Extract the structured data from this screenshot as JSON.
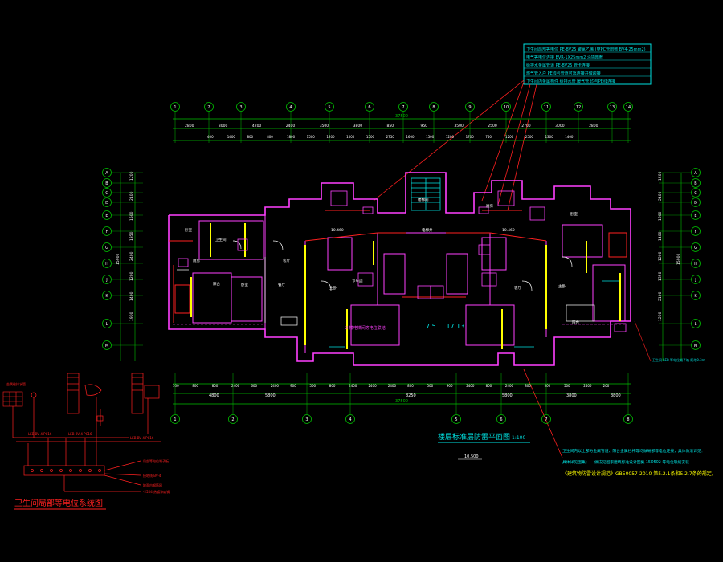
{
  "legend_box": {
    "lines": [
      "卫生间局部等电位 PE-BV25 聚氯乙烯 (穿PC管暗敷 BV4-25mm2)",
      "电气等电位连接 BVR-1X25mm2 沿墙暗敷",
      "给排水金属管道 PE-BV25 管卡连接",
      "燃气管入户 PE线与管道可靠连接并做跨接",
      "卫生间内金属构件 给排水管 暖气管 均与PE线连接"
    ]
  },
  "top_overall_dim": "37500",
  "top_axes": [
    "1",
    "2",
    "3",
    "4",
    "5",
    "6",
    "7",
    "8",
    "9",
    "10",
    "11",
    "12",
    "13",
    "14"
  ],
  "top_dims_row1": [
    "2800",
    "3000",
    "4200",
    "2400",
    "3500",
    "3800",
    "850",
    "950",
    "3500",
    "2500",
    "2700",
    "3000",
    "2800"
  ],
  "top_dims_row2": [
    "400",
    "1400",
    "800",
    "800",
    "1800",
    "1500",
    "1200",
    "1000",
    "1500",
    "2750",
    "1600",
    "1500",
    "1200",
    "1700",
    "750",
    "1200",
    "2500",
    "1300",
    "1400"
  ],
  "left_axes": [
    "A",
    "B",
    "C",
    "D",
    "E",
    "F",
    "G",
    "H",
    "J",
    "K",
    "L",
    "M"
  ],
  "left_dims": [
    "1200",
    "2100",
    "1500",
    "1350",
    "2400",
    "1200",
    "1400",
    "1900",
    "15900"
  ],
  "right_dims": [
    "1500",
    "2400",
    "1200",
    "1400",
    "1200",
    "1350",
    "2100",
    "1200",
    "15900"
  ],
  "bottom_dims_row1": [
    "500",
    "800",
    "800",
    "2400",
    "600",
    "2400",
    "900",
    "500",
    "800",
    "2400",
    "2400",
    "2400",
    "800",
    "500",
    "900",
    "2400",
    "800",
    "2400",
    "800",
    "800",
    "500",
    "2400",
    "200"
  ],
  "bottom_dims_row2": [
    "4800",
    "5800",
    "8250",
    "5800",
    "3800",
    "3800"
  ],
  "bottom_overall_dim": "37500",
  "bottom_axes": [
    "1",
    "2",
    "3",
    "4",
    "5",
    "6",
    "7",
    "8"
  ],
  "plan_title": "楼层标准层防雷平面图",
  "plan_scale": "1:100",
  "level_mark": "10.500",
  "room_labels": [
    "卧室",
    "卫生间",
    "厨房",
    "客厅",
    "餐厅",
    "阳台",
    "卧室",
    "主卧",
    "卫生间",
    "楼梯间",
    "电梯井",
    "厨房",
    "客厅",
    "卧室",
    "阳台",
    "主卧"
  ],
  "center_note_left": "2 楼电梯间等电位联结",
  "center_note_right": "7.5 ... 17.13",
  "sub_dims": [
    "10.460",
    "10.460"
  ],
  "notes": {
    "note1": "卫生间内以上部分金属管道、阳台金属栏杆等均做局部等电位连接，具体做法详见：",
    "note2": "具体详见图集：",
    "note3": "《建筑物防雷设计规范》GB50057-2010 第5.2.1条和5.2.7条的规定。",
    "ref_mid": "做法见国家建筑标准设计图集 15D502 等电位联结安装",
    "right_callout": "卫生间 LEB 等电位端子箱 距地0.3m"
  },
  "system_title": "卫生间局部等电位系统图",
  "system_labels": {
    "top_left": "金属给排水管",
    "pipe1": "LEB BV-4 PC16",
    "pipe2": "LEB BV-4 PC16",
    "pipe3": "LEB BV-4 PC16",
    "box_label": "局部等电位端子板",
    "floor": "接地线 BV-4",
    "steel": "地面内钢筋网",
    "bottom": "-25X4 热镀锌扁钢"
  }
}
